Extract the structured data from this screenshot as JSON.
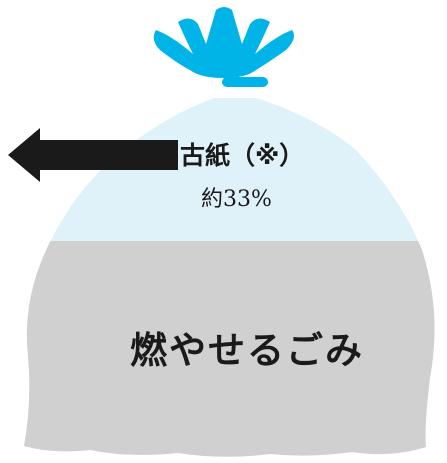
{
  "labels": {
    "paper_title": "古紙（※）",
    "paper_ratio": "約33%",
    "burnable_label": "燃やせるごみ"
  },
  "paper_share": 0.33,
  "colors": {
    "tie": "#00b4e8",
    "bag_top": "#dff2fa",
    "bag_bottom": "#d0d0d1",
    "arrow": "#1a1a1a"
  }
}
